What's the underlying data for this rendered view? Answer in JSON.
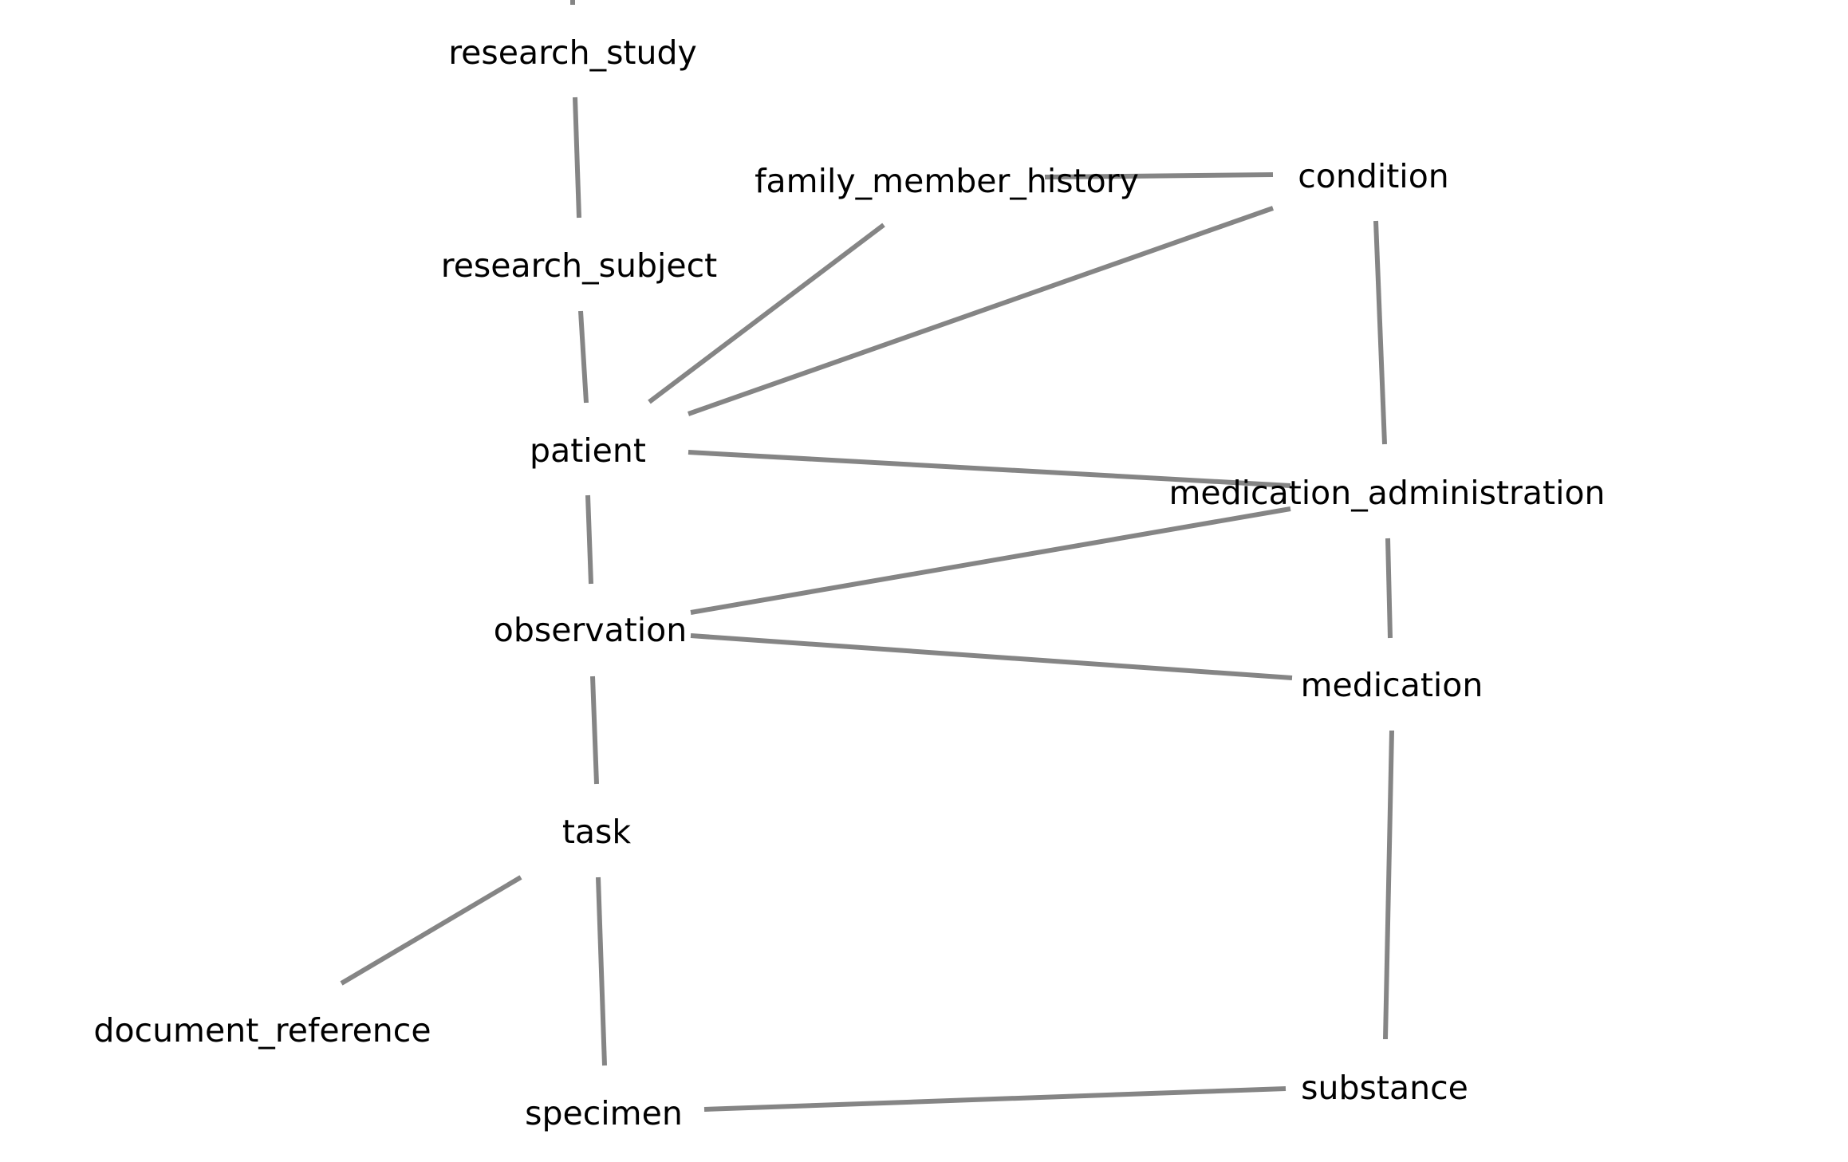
{
  "diagram": {
    "nodes": [
      {
        "id": "research_study",
        "label": "research_study"
      },
      {
        "id": "research_subject",
        "label": "research_subject"
      },
      {
        "id": "family_member_history",
        "label": "family_member_history"
      },
      {
        "id": "condition",
        "label": "condition"
      },
      {
        "id": "patient",
        "label": "patient"
      },
      {
        "id": "medication_administration",
        "label": "medication_administration"
      },
      {
        "id": "observation",
        "label": "observation"
      },
      {
        "id": "medication",
        "label": "medication"
      },
      {
        "id": "task",
        "label": "task"
      },
      {
        "id": "document_reference",
        "label": "document_reference"
      },
      {
        "id": "specimen",
        "label": "specimen"
      },
      {
        "id": "substance",
        "label": "substance"
      }
    ],
    "edges": [
      {
        "from": "research_study",
        "to": "research_subject"
      },
      {
        "from": "research_subject",
        "to": "patient"
      },
      {
        "from": "family_member_history",
        "to": "patient"
      },
      {
        "from": "family_member_history",
        "to": "condition"
      },
      {
        "from": "condition",
        "to": "patient"
      },
      {
        "from": "condition",
        "to": "medication_administration"
      },
      {
        "from": "patient",
        "to": "medication_administration"
      },
      {
        "from": "patient",
        "to": "observation"
      },
      {
        "from": "observation",
        "to": "medication_administration"
      },
      {
        "from": "observation",
        "to": "medication"
      },
      {
        "from": "medication_administration",
        "to": "medication"
      },
      {
        "from": "observation",
        "to": "task"
      },
      {
        "from": "task",
        "to": "document_reference"
      },
      {
        "from": "task",
        "to": "specimen"
      },
      {
        "from": "medication",
        "to": "substance"
      },
      {
        "from": "specimen",
        "to": "substance"
      }
    ],
    "colors": {
      "edge": "#858585",
      "label": "#000000",
      "background": "#ffffff"
    }
  }
}
